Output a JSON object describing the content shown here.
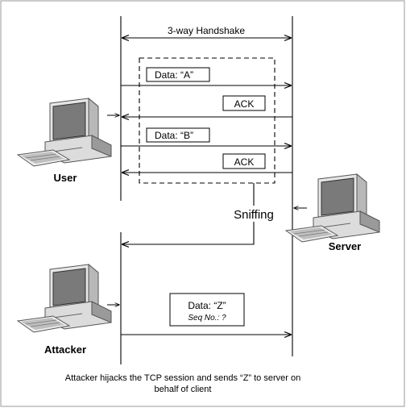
{
  "diagram": {
    "handshake_label": "3-way Handshake",
    "messages": [
      {
        "label": "Data: “A”"
      },
      {
        "label": "ACK"
      },
      {
        "label": "Data: “B”"
      },
      {
        "label": "ACK"
      }
    ],
    "sniffing_label": "Sniffing",
    "injected": {
      "label": "Data: “Z”",
      "seq": "Seq No.: ?"
    },
    "actors": {
      "user": "User",
      "server": "Server",
      "attacker": "Attacker"
    },
    "caption_line1": "Attacker hijacks the TCP session and sends “Z” to server on",
    "caption_line2": "behalf of client"
  },
  "colors": {
    "line": "#000000",
    "screen": "#7a7a7a",
    "body": "#d9d9d9",
    "dark": "#3a3a3a"
  },
  "icons": [
    "computer-icon",
    "arrowhead-icon"
  ]
}
